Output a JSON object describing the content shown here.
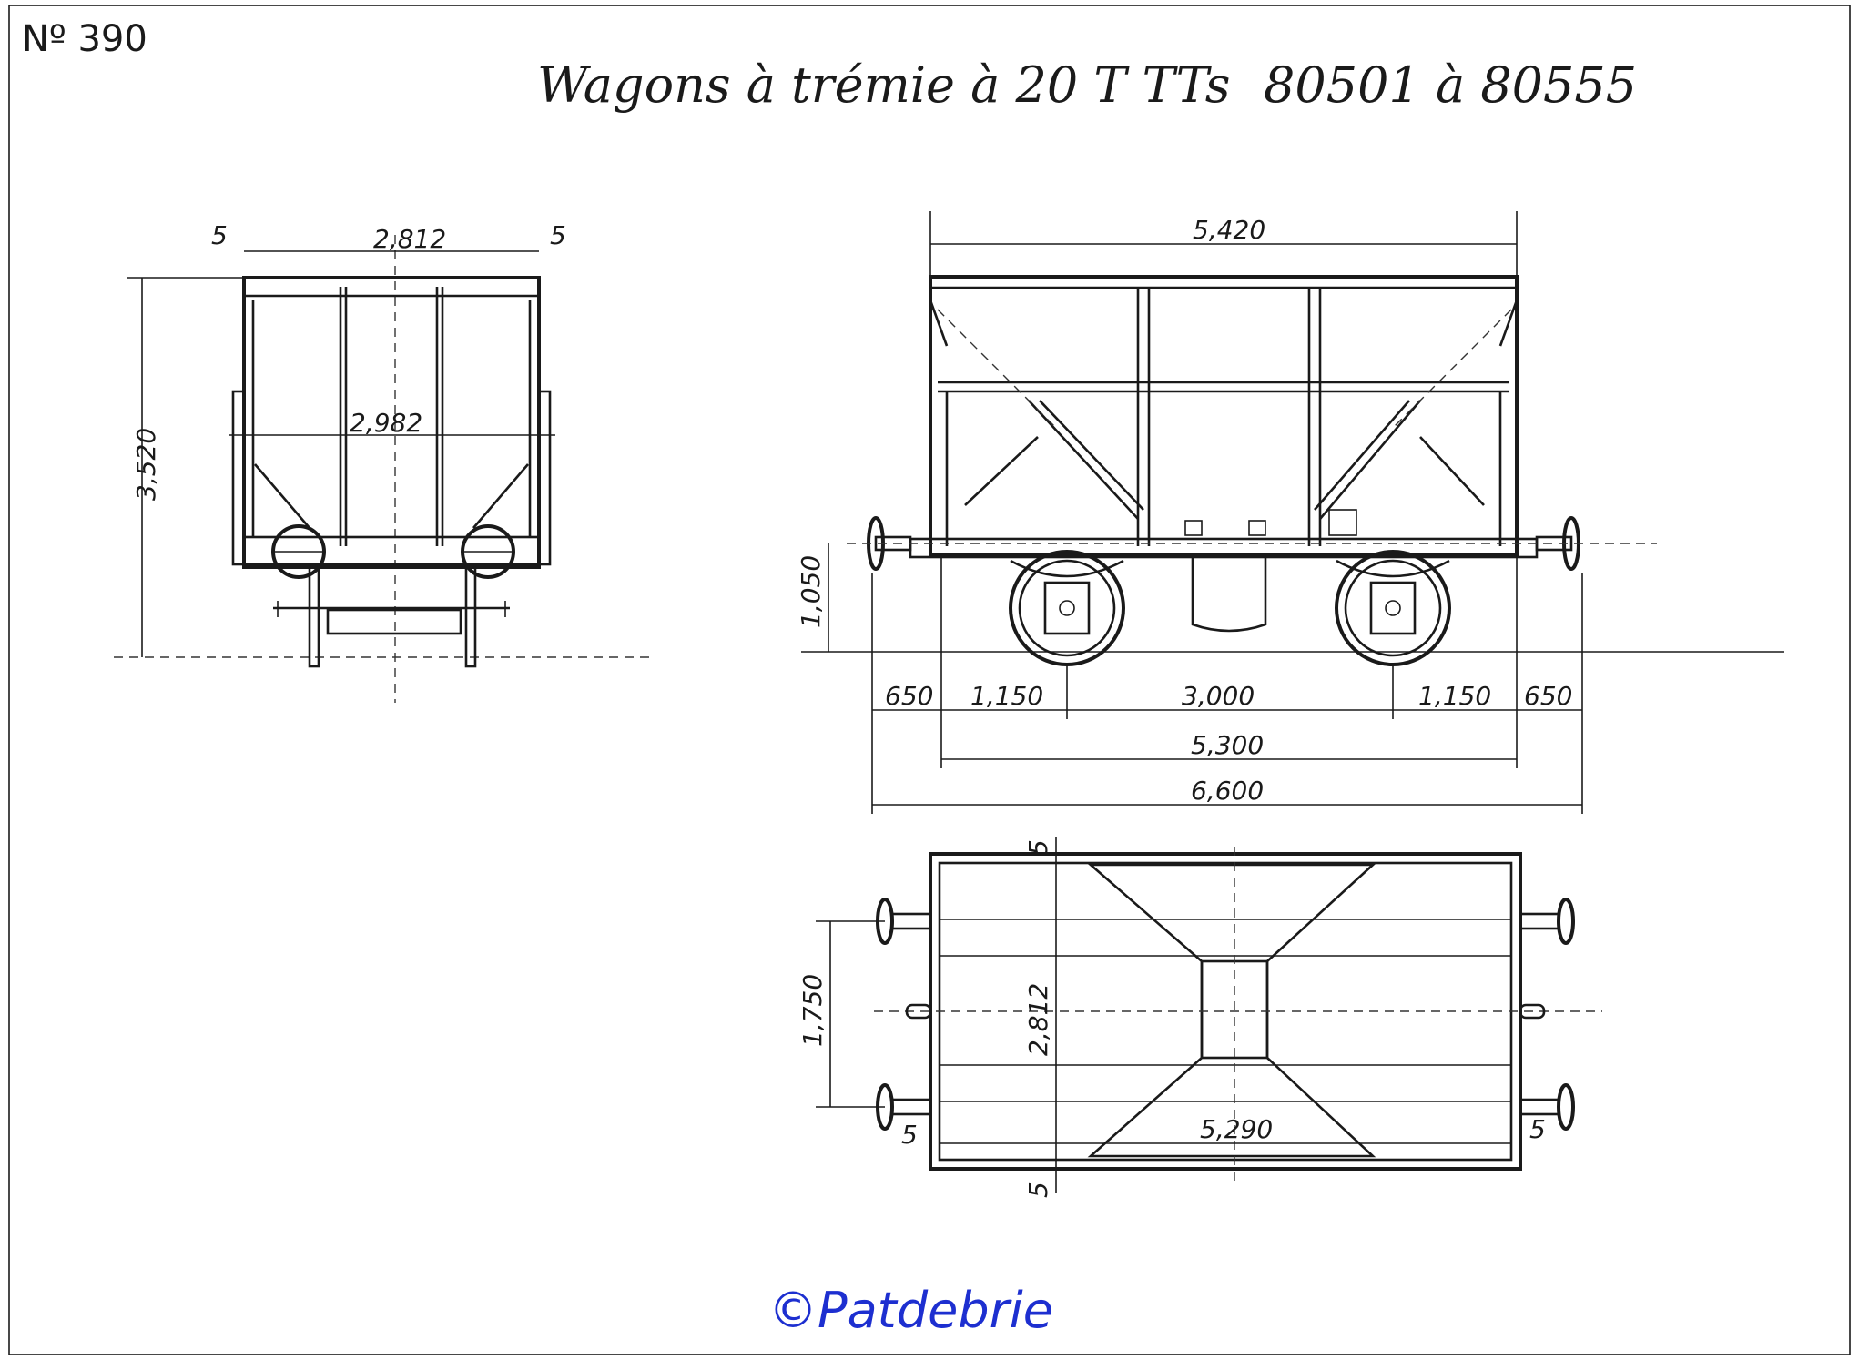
{
  "drawing": {
    "number": "Nº 390",
    "title": "Wagons à trémie à 20 T TTs",
    "numbers_range": "80501 à 80555",
    "copyright": "©Patdebrie"
  },
  "end_view": {
    "dims": {
      "left_gap": "5",
      "body_width": "2,812",
      "right_gap": "5",
      "overall_width": "2,982",
      "height": "3,520"
    }
  },
  "side_view": {
    "dims": {
      "body_length": "5,420",
      "buffer_height": "1,050",
      "overhang_left": "650",
      "axle_offset_left": "1,150",
      "wheelbase_inner": "3,000",
      "axle_offset_right": "1,150",
      "overhang_right": "650",
      "frame_length": "5,300",
      "length_over_buffers": "6,600"
    }
  },
  "plan_view": {
    "dims": {
      "top_gap": "5",
      "width": "2,812",
      "buffer_spacing": "1,750",
      "length": "5,290",
      "left_gap": "5",
      "right_gap": "5",
      "bottom_gap": "5"
    }
  }
}
